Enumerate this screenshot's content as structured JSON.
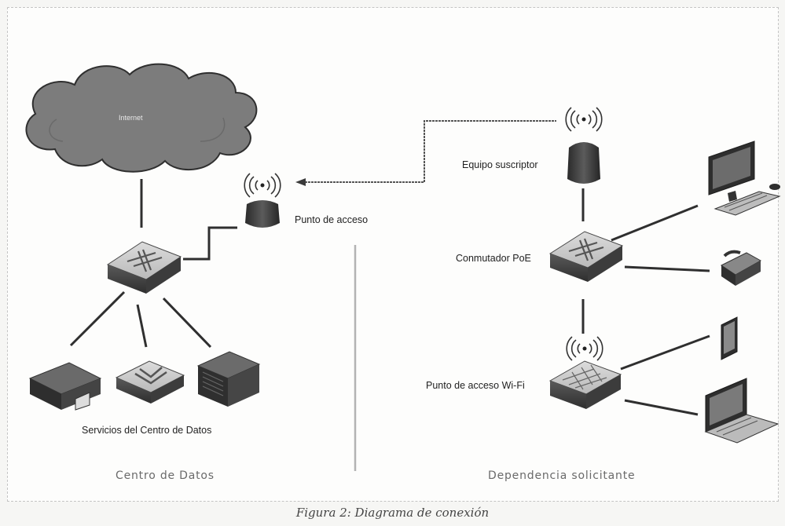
{
  "cloud_label": "Internet",
  "labels": {
    "access_point": "Punto de acceso",
    "subscriber": "Equipo suscriptor",
    "poe_switch": "Conmutador PoE",
    "wifi_ap": "Punto de acceso Wi-Fi",
    "dc_services": "Servicios del Centro de Datos"
  },
  "sections": {
    "left": "Centro de Datos",
    "right": "Dependencia solicitante"
  },
  "caption": "Figura 2: Diagrama de conexión"
}
